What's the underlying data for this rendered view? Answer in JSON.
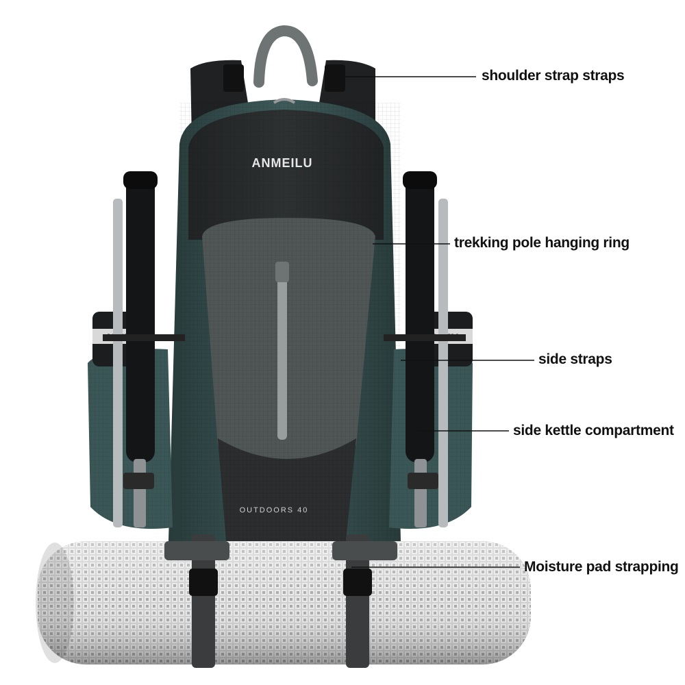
{
  "brand": {
    "logo_text": "ANMEILU",
    "model_text": "OUTDOORS 40",
    "bottle_text": "MEILU"
  },
  "callouts": [
    {
      "label": "shoulder strap straps"
    },
    {
      "label": "trekking pole hanging ring"
    },
    {
      "label": "side straps"
    },
    {
      "label": "side kettle compartment"
    },
    {
      "label": "Moisture pad strapping"
    }
  ],
  "colors": {
    "background": "#ffffff",
    "bag_dark": "#2b2d2e",
    "bag_gray": "#505556",
    "bag_teal": "#3e5a5a",
    "label_text": "#111111",
    "mat_silver": "#c9c9c9"
  }
}
